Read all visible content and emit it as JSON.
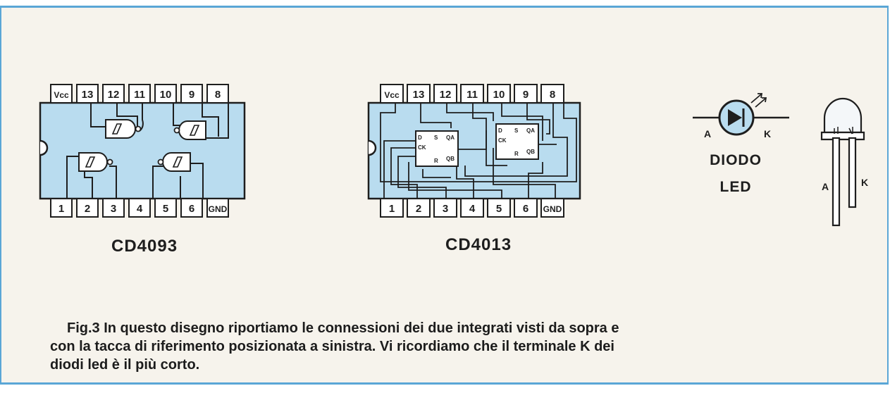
{
  "cd4093": {
    "name": "CD4093",
    "top_pins": [
      "Vcc",
      "13",
      "12",
      "11",
      "10",
      "9",
      "8"
    ],
    "bottom_pins": [
      "1",
      "2",
      "3",
      "4",
      "5",
      "6",
      "GND"
    ]
  },
  "cd4013": {
    "name": "CD4013",
    "top_pins": [
      "Vcc",
      "13",
      "12",
      "11",
      "10",
      "9",
      "8"
    ],
    "bottom_pins": [
      "1",
      "2",
      "3",
      "4",
      "5",
      "6",
      "GND"
    ],
    "ff_labels": {
      "d": "D",
      "s": "S",
      "qa": "QA",
      "ck": "CK",
      "r": "R",
      "qb": "QB"
    }
  },
  "led": {
    "anode": "A",
    "cathode": "K",
    "title_line1": "DIODO",
    "title_line2": "LED",
    "leg_a": "A",
    "leg_k": "K"
  },
  "caption": {
    "line1": "Fig.3 In questo disegno riportiamo le connessioni dei due integrati visti da sopra e",
    "line2": "con la tacca di riferimento posizionata a sinistra. Vi ricordiamo che il terminale K dei",
    "line3": "diodi led è il più corto."
  },
  "colors": {
    "chip_fill": "#b9dcef",
    "frame": "#5aa6d6",
    "ink": "#1e1e1e"
  }
}
